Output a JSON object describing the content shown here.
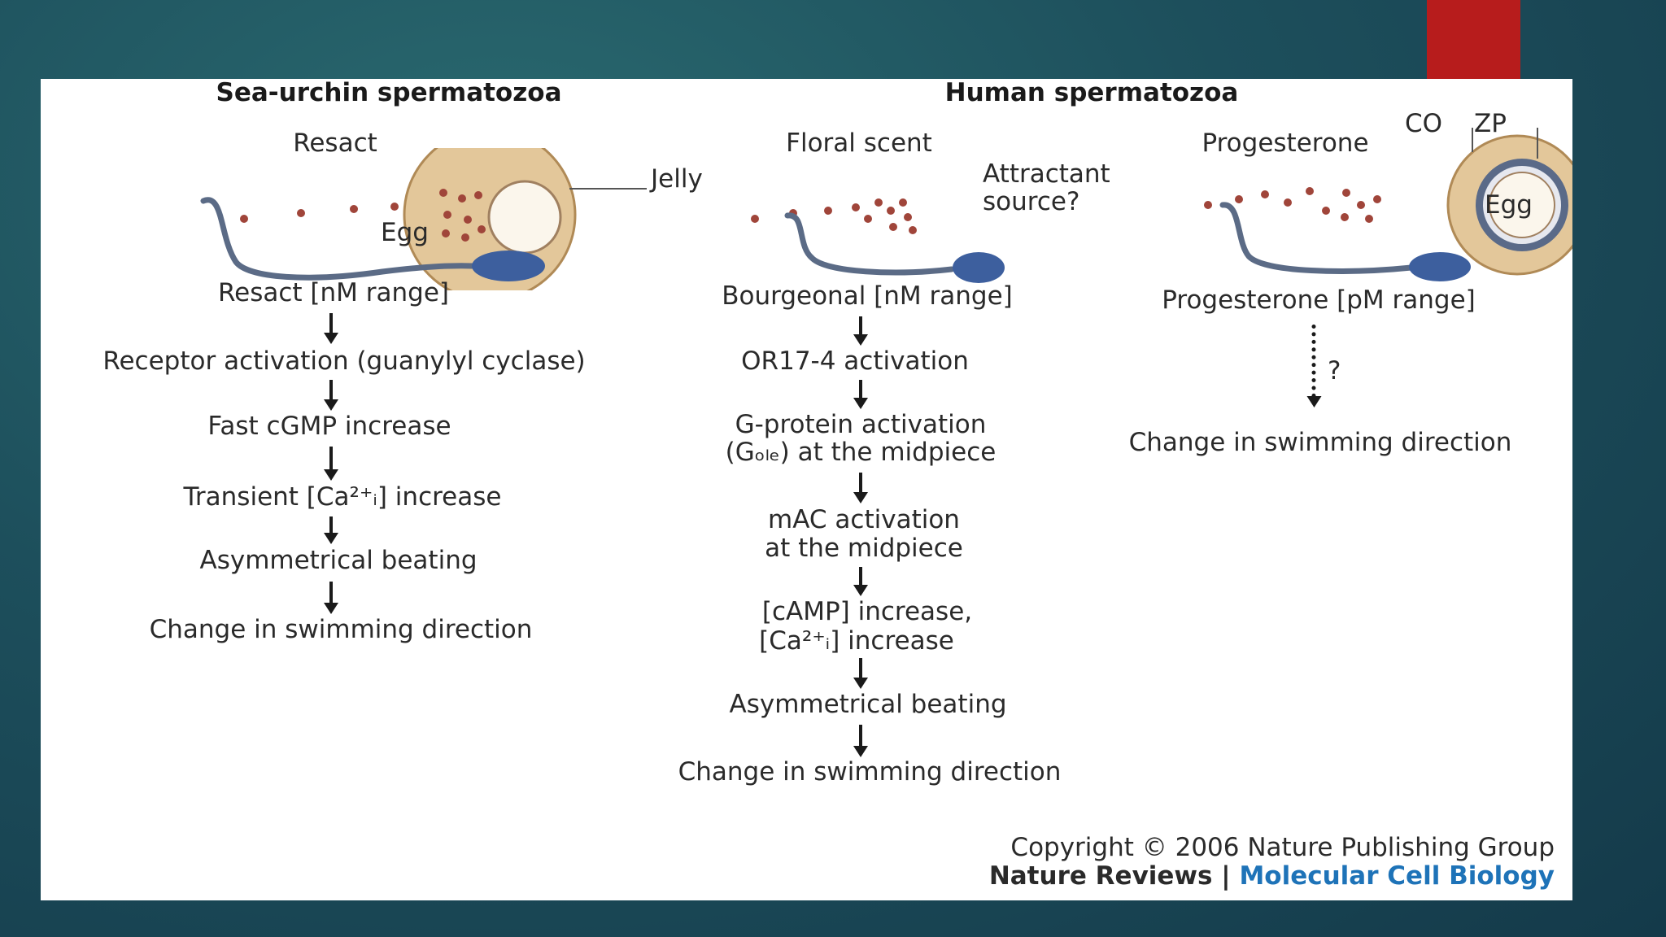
{
  "diagram": {
    "sea_urchin": {
      "title": "Sea-urchin spermatozoa",
      "attractant": "Resact",
      "egg_label": "Egg",
      "jelly_label": "Jelly",
      "concentration": "Resact [nM range]",
      "steps": [
        "Receptor activation (guanylyl cyclase)",
        "Fast cGMP increase",
        "Transient [Ca²⁺ᵢ] increase",
        "Asymmetrical beating",
        "Change in swimming direction"
      ]
    },
    "human": {
      "title": "Human spermatozoa",
      "floral": {
        "attractant": "Floral scent",
        "source_line1": "Attractant",
        "source_line2": "source?",
        "concentration": "Bourgeonal [nM range]",
        "steps": [
          "OR17-4 activation",
          "G-protein activation",
          "(Gₒₗₑ) at the midpiece",
          "mAC activation",
          "at the midpiece",
          "[cAMP] increase,",
          "[Ca²⁺ᵢ] increase",
          "Asymmetrical beating",
          "Change in swimming direction"
        ]
      },
      "progesterone": {
        "attractant": "Progesterone",
        "co_label": "CO",
        "zp_label": "ZP",
        "egg_label": "Egg",
        "concentration": "Progesterone [pM range]",
        "unknown_mark": "?",
        "result": "Change in swimming direction"
      }
    },
    "credit": {
      "copyright": "Copyright © 2006 Nature Publishing Group",
      "publisher": "Nature Reviews |",
      "journal": "Molecular Cell Biology"
    },
    "colors": {
      "egg_fill": "#e3c79a",
      "egg_core": "#fbf6ec",
      "sperm_head": "#3d5f9e",
      "sperm_tail": "#5b6b86",
      "dots": "#a0453a",
      "accent": "#b71c1c",
      "journal_link": "#1e73b8"
    }
  }
}
